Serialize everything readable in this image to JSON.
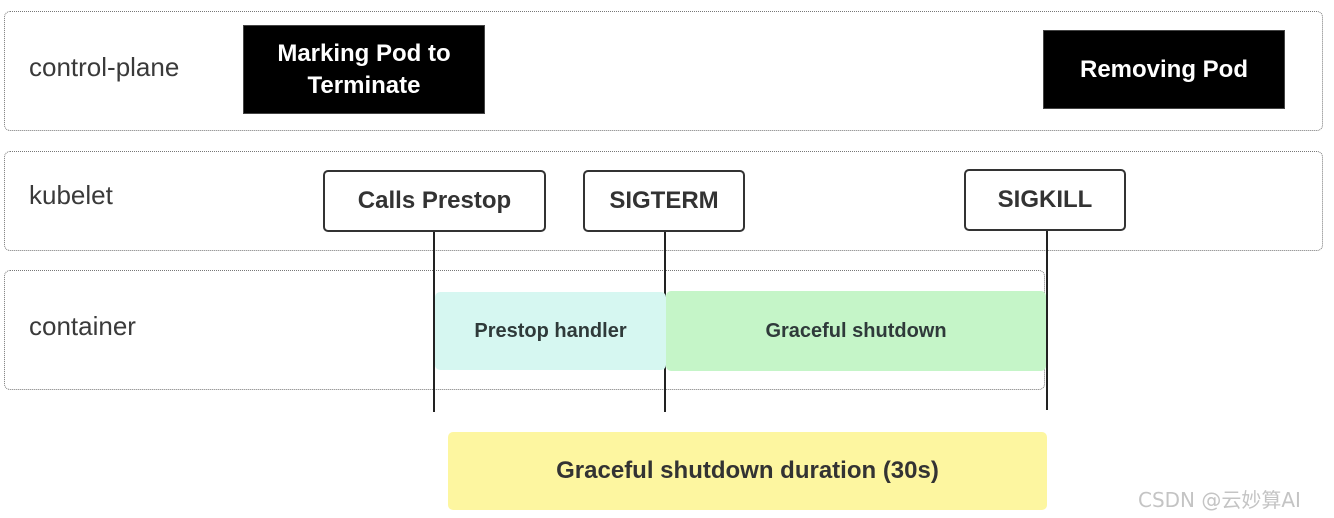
{
  "lanes": {
    "control_plane": "control-plane",
    "kubelet": "kubelet",
    "container": "container"
  },
  "control_plane": {
    "marking_line1": "Marking Pod to",
    "marking_line2": "Terminate",
    "removing": "Removing Pod"
  },
  "kubelet": {
    "calls_prestop": "Calls Prestop",
    "sigterm": "SIGTERM",
    "sigkill": "SIGKILL"
  },
  "container": {
    "prestop_handler": "Prestop handler",
    "graceful_shutdown": "Graceful shutdown"
  },
  "duration": "Graceful shutdown duration (30s)",
  "watermark": "CSDN @云妙算AI",
  "colors": {
    "prestop_fill": "#d6f7f1",
    "graceful_fill": "#c5f5c8",
    "duration_fill": "#fdf6a0",
    "box_black": "#000000"
  }
}
